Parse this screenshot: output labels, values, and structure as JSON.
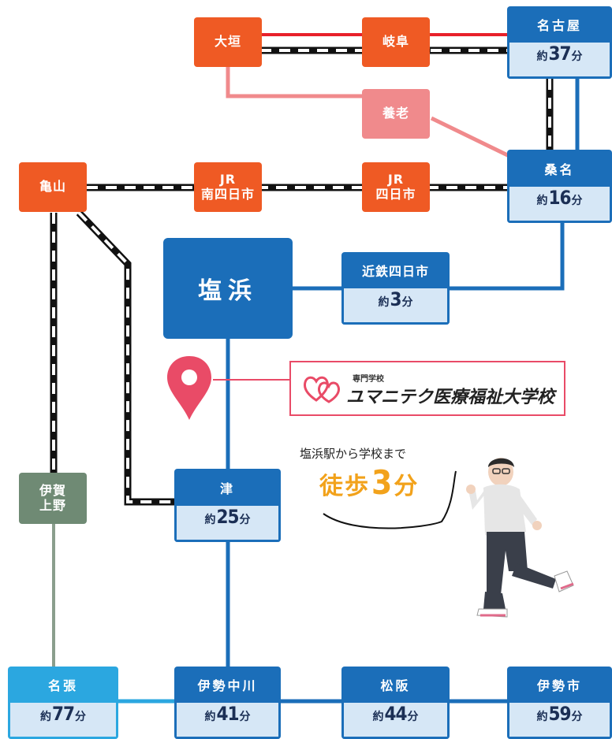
{
  "stations": {
    "ogaki": "大垣",
    "gifu": "岐阜",
    "nagoya": {
      "name": "名古屋",
      "prefix": "約",
      "minutes": "37",
      "suffix": "分"
    },
    "yoro": "養老",
    "kuwana": {
      "name": "桑名",
      "prefix": "約",
      "minutes": "16",
      "suffix": "分"
    },
    "kameyama": "亀山",
    "jr_minami_yokkaichi": "JR\n南四日市",
    "jr_yokkaichi": "JR\n四日市",
    "kintetsu_yokkaichi": {
      "name": "近鉄四日市",
      "prefix": "約",
      "minutes": "3",
      "suffix": "分"
    },
    "shiohama": "塩浜",
    "iga_ueno": "伊賀\n上野",
    "tsu": {
      "name": "津",
      "prefix": "約",
      "minutes": "25",
      "suffix": "分"
    },
    "nabari": {
      "name": "名張",
      "prefix": "約",
      "minutes": "77",
      "suffix": "分"
    },
    "ise_nakagawa": {
      "name": "伊勢中川",
      "prefix": "約",
      "minutes": "41",
      "suffix": "分"
    },
    "matsusaka": {
      "name": "松阪",
      "prefix": "約",
      "minutes": "44",
      "suffix": "分"
    },
    "iseshi": {
      "name": "伊勢市",
      "prefix": "約",
      "minutes": "59",
      "suffix": "分"
    }
  },
  "school": {
    "subtitle": "専門学校",
    "name": "ユマニテク医療福祉大学校"
  },
  "walk": {
    "caption": "塩浜駅から学校まで",
    "label": "徒歩",
    "minutes": "3",
    "unit": "分"
  },
  "colors": {
    "kintetsu": "#1B6EB9",
    "kintetsu_light": "#2BA7E0",
    "jr_station": "#EF5A24",
    "yoro_line": "#F08A8C",
    "iga_line": "#8A9E8D",
    "meitetsu": "#E8202A",
    "pin": "#E94B67",
    "walk_highlight": "#F2A21B"
  },
  "icons": {
    "pin": "location-pin-icon",
    "logo": "hearts-logo-icon"
  }
}
